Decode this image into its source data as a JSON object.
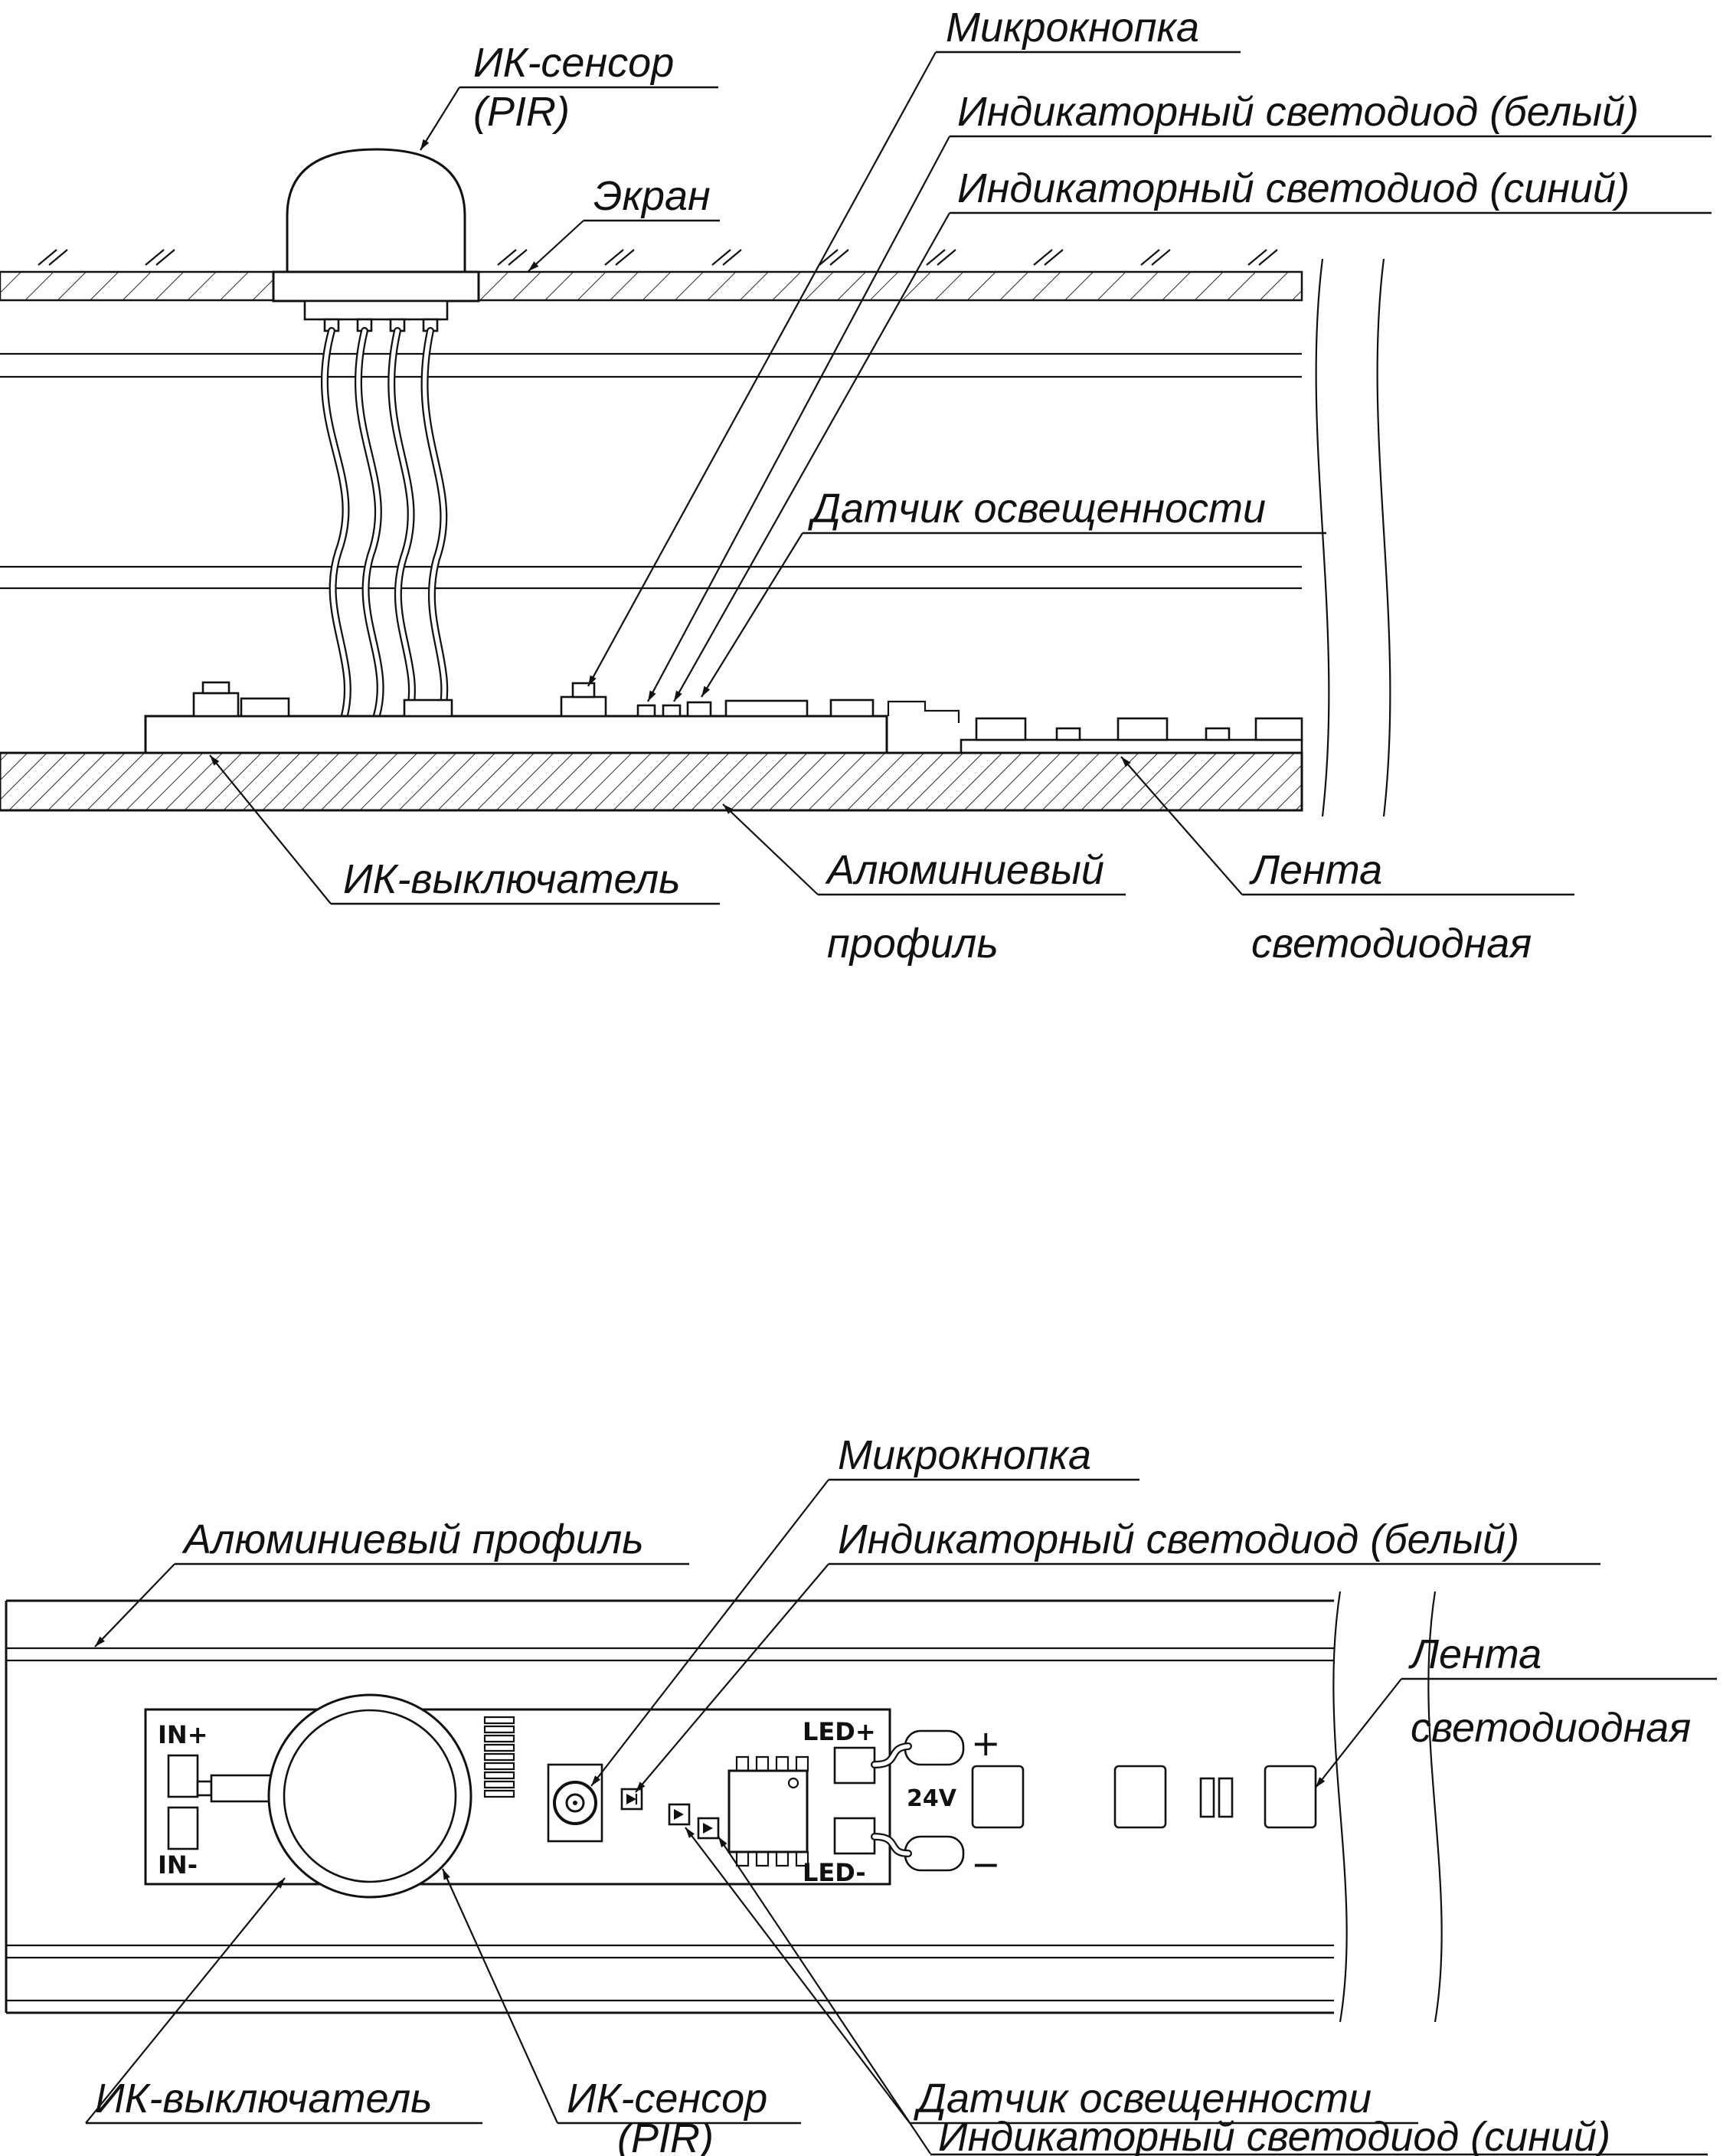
{
  "colors": {
    "ink": "#111111",
    "background": "#ffffff"
  },
  "top_view": {
    "labels": {
      "ir_sensor": "ИК-сенсор",
      "ir_sensor_sub": "(PIR)",
      "screen": "Экран",
      "microbutton": "Микрокнопка",
      "led_white": "Индикаторный светодиод (белый)",
      "led_blue": "Индикаторный светодиод (синий)",
      "light_sensor": "Датчик освещенности",
      "ir_switch": "ИК-выключатель",
      "alu_profile_line1": "Алюминиевый",
      "alu_profile_line2": "профиль",
      "led_strip_line1": "Лента",
      "led_strip_line2": "светодиодная"
    }
  },
  "bottom_view": {
    "labels": {
      "microbutton": "Микрокнопка",
      "led_white": "Индикаторный светодиод (белый)",
      "alu_profile": "Алюминиевый профиль",
      "led_strip_line1": "Лента",
      "led_strip_line2": "светодиодная",
      "ir_switch": "ИК-выключатель",
      "ir_sensor": "ИК-сенсор",
      "ir_sensor_sub": "(PIR)",
      "light_sensor": "Датчик освещенности",
      "led_blue": "Индикаторный светодиод (синий)"
    },
    "pcb": {
      "in_plus": "IN+",
      "in_minus": "IN-",
      "led_plus": "LED+",
      "led_minus": "LED-",
      "voltage": "24V",
      "plus": "+",
      "minus": "−"
    }
  }
}
